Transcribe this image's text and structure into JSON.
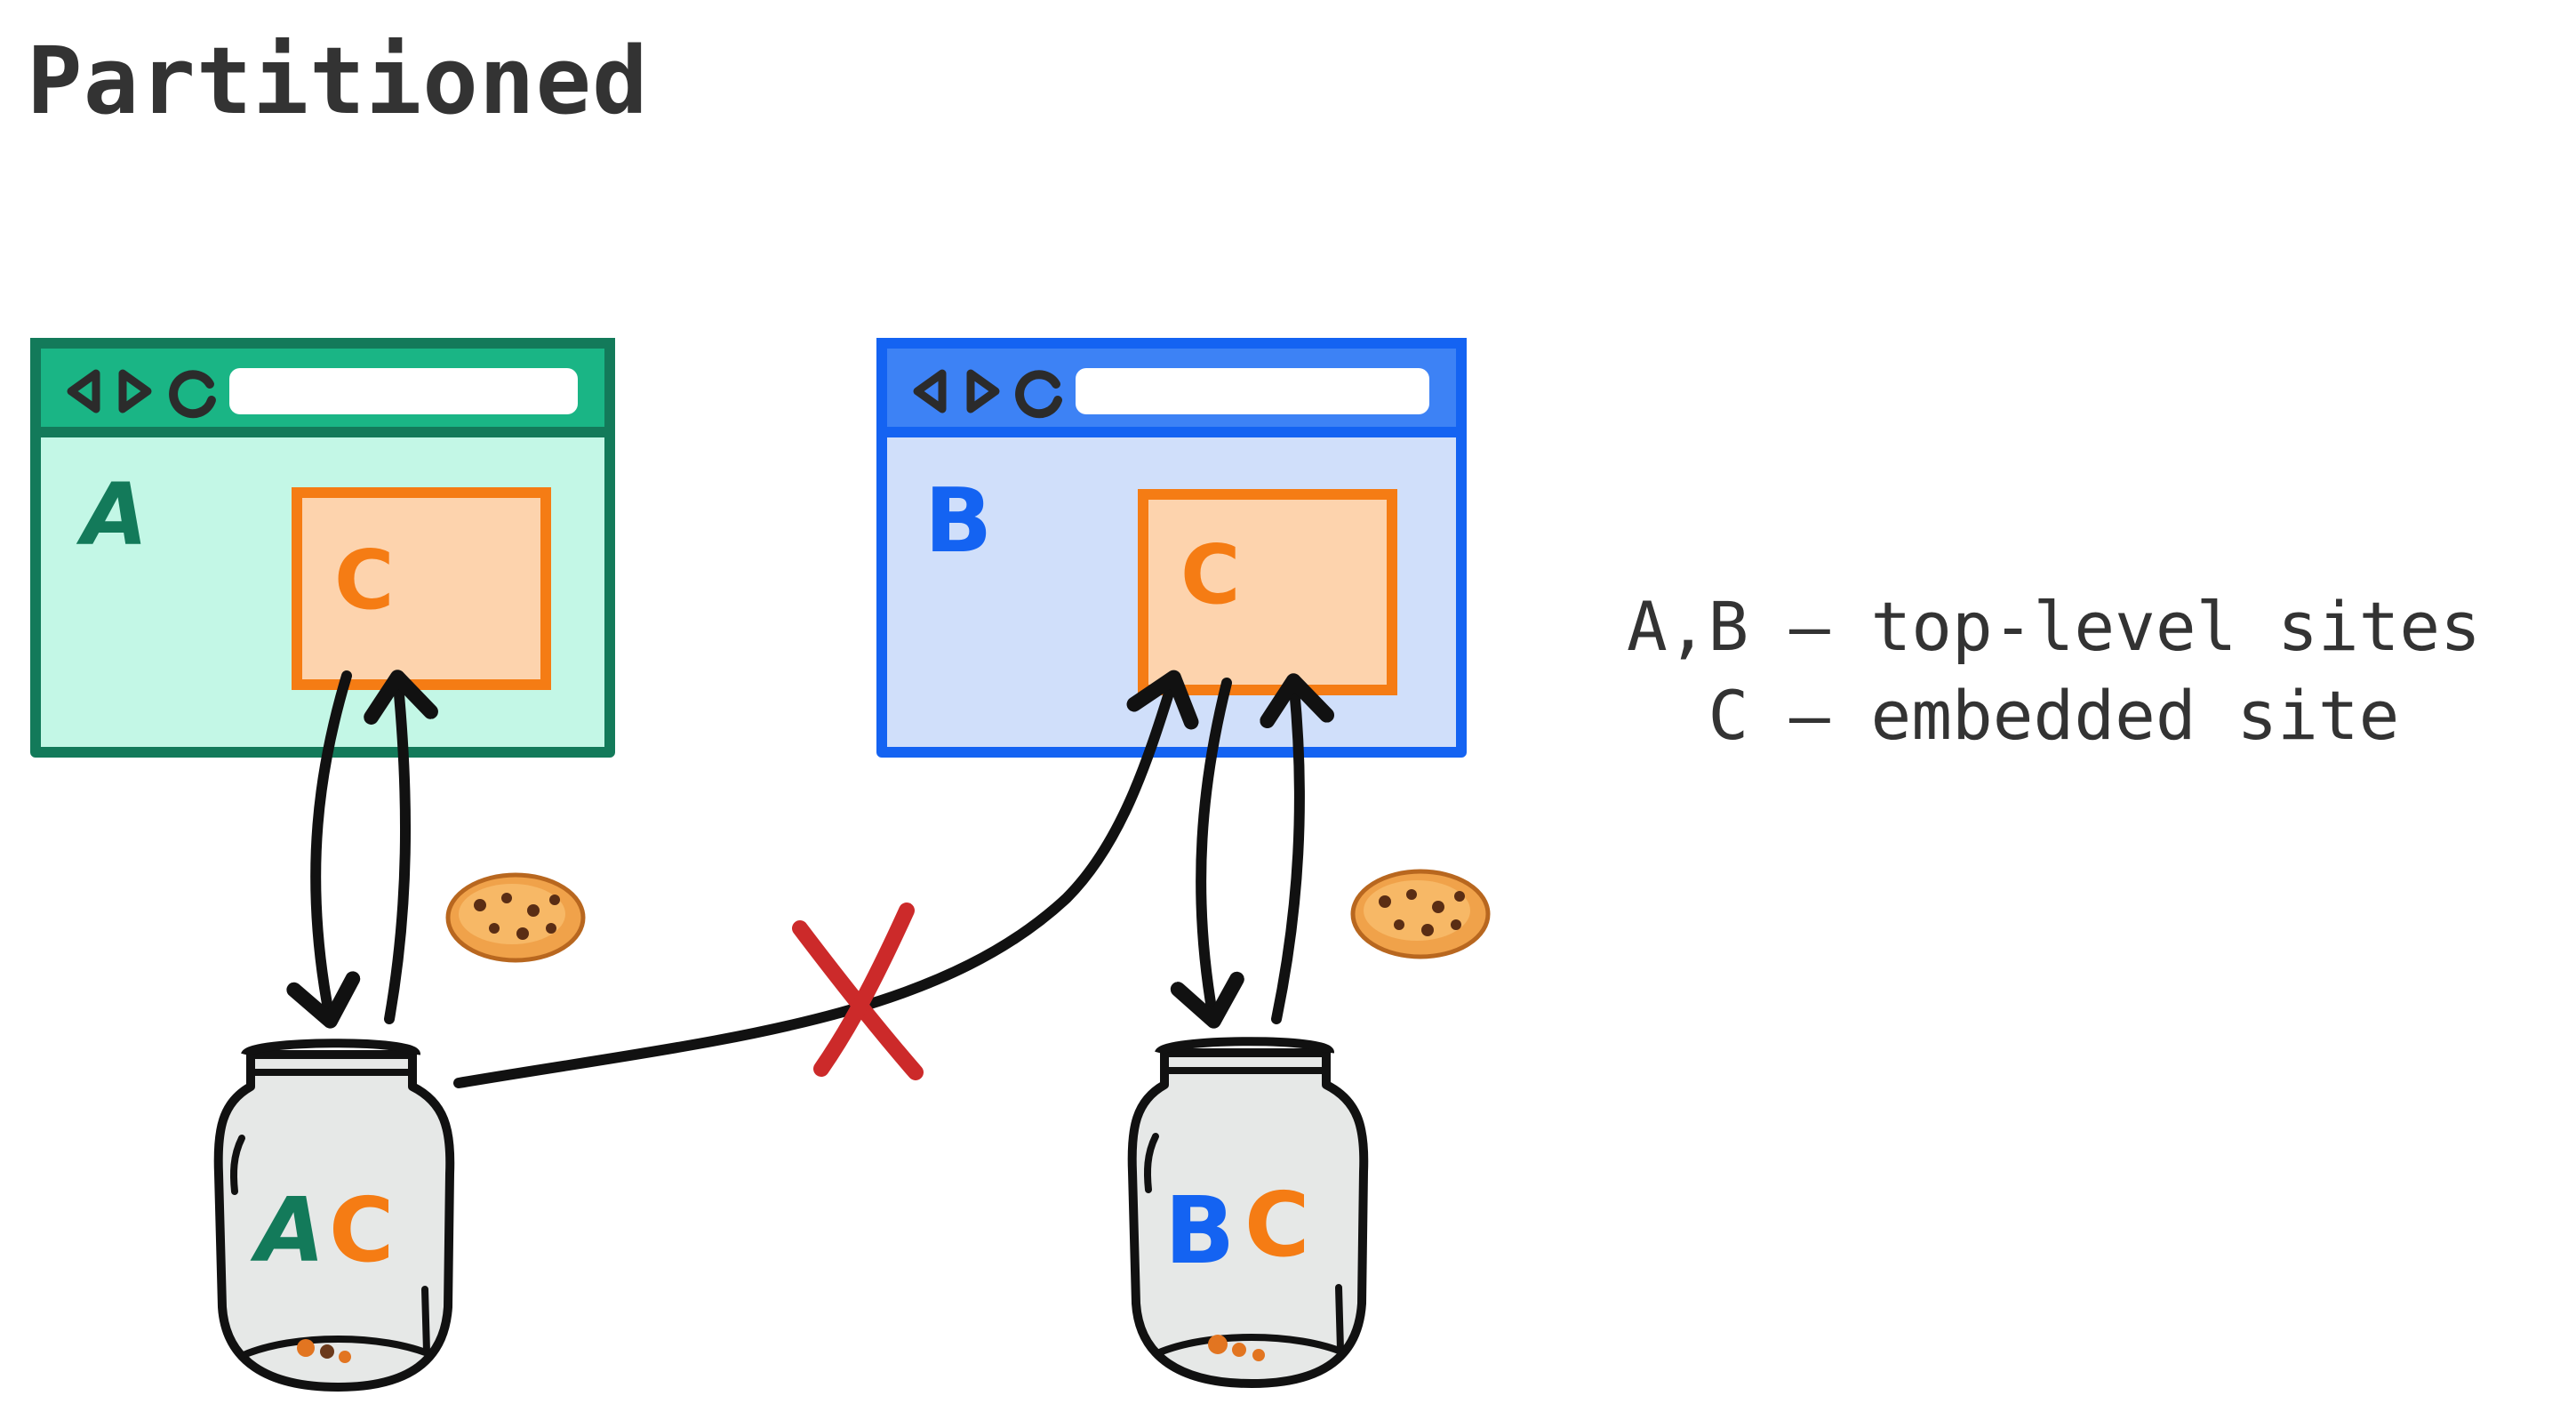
{
  "title": "Partitioned",
  "legend": {
    "line1": "A,B – top-level sites",
    "line2": "  C – embedded site"
  },
  "windows": [
    {
      "label": "A",
      "embedded_label": "C",
      "frame_color": "#137a5a",
      "fill_color": "#c3f7e6"
    },
    {
      "label": "B",
      "embedded_label": "C",
      "frame_color": "#1463f2",
      "fill_color": "#d0dffa"
    }
  ],
  "embedded_frame": {
    "stroke": "#f57c14",
    "fill": "#fdd3ad"
  },
  "jars": [
    {
      "label_first": "A",
      "label_second": "C"
    },
    {
      "label_first": "B",
      "label_second": "C"
    }
  ],
  "icons": [
    "back-icon",
    "forward-icon",
    "reload-icon",
    "cookie-icon",
    "cookie-jar-icon",
    "cross-mark-icon"
  ],
  "colors": {
    "blocked": "#cc2a2a",
    "arrows": "#111111"
  }
}
